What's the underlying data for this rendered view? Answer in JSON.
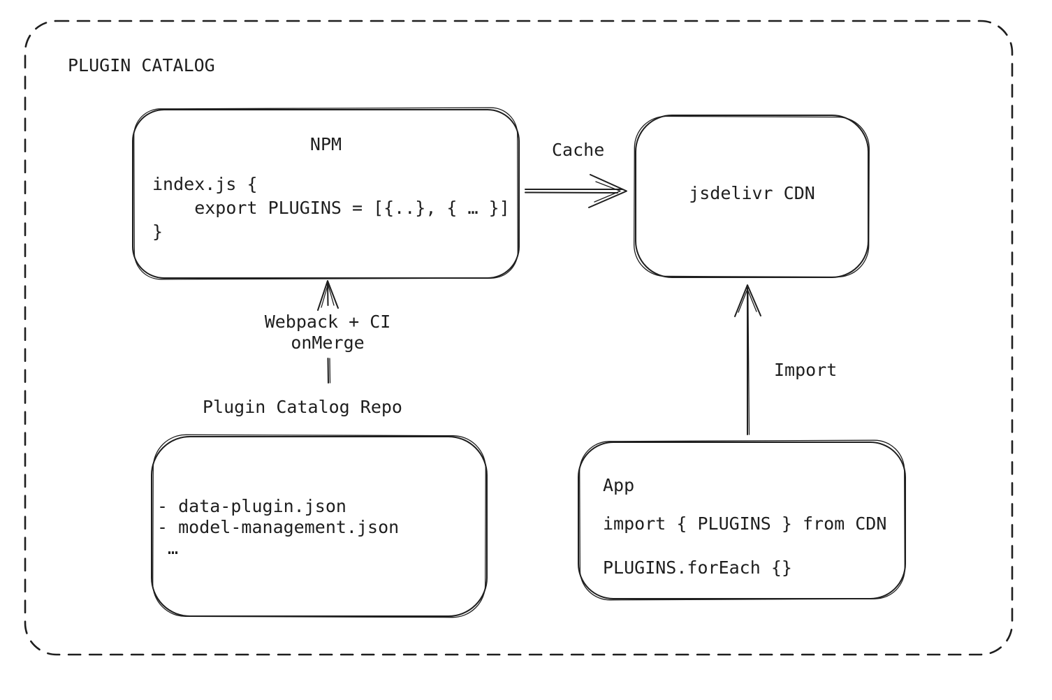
{
  "title": "PLUGIN CATALOG",
  "colors": {
    "ink": "#1e1e1e",
    "background": "#ffffff"
  },
  "nodes": {
    "npm": {
      "label": "NPM",
      "code": "index.js {\n    export PLUGINS = [{..}, { … }]\n}"
    },
    "cdn": {
      "label": "jsdelivr CDN"
    },
    "repo": {
      "title": "Plugin Catalog Repo",
      "files": "- data-plugin.json\n- model-management.json\n …"
    },
    "app": {
      "label": "App",
      "code_import": "import { PLUGINS } from CDN",
      "code_foreach": "PLUGINS.forEach {}"
    }
  },
  "edges": {
    "cache": {
      "label": "Cache",
      "from": "NPM",
      "to": "jsdelivr CDN"
    },
    "build": {
      "label": "Webpack + CI\nonMerge",
      "from": "Plugin Catalog Repo",
      "to": "NPM"
    },
    "import": {
      "label": "Import",
      "from": "App",
      "to": "jsdelivr CDN"
    }
  }
}
